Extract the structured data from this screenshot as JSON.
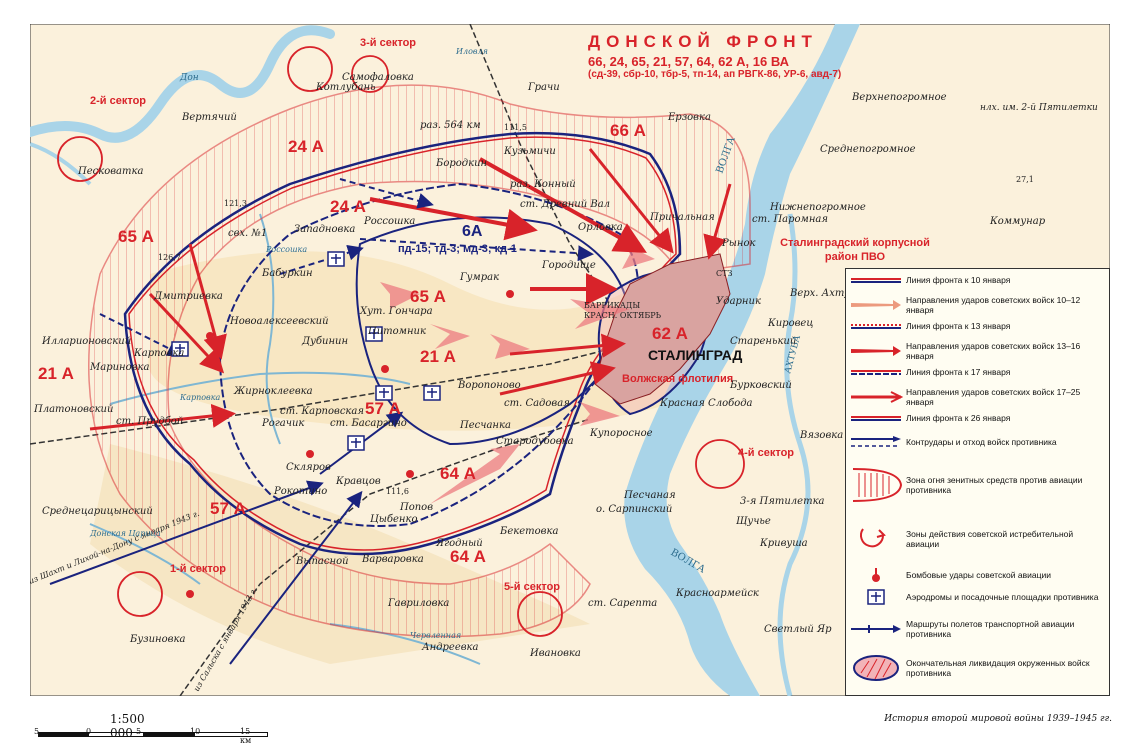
{
  "front": {
    "title": "ДОНСКОЙ ФРОНТ",
    "armies": "66, 24, 65, 21, 57, 64, 62 А, 16 ВА",
    "composition": "(сд-39, сбр-10, тбр-5, тп-14, ап РВГК-86, УР-6, авд-7)"
  },
  "pvo_label": {
    "line1": "Сталинградский корпусной",
    "line2": "район ПВО"
  },
  "armies": [
    "66 А",
    "24 А",
    "24 А",
    "65 А",
    "65 А",
    "21 А",
    "21 А",
    "57 А",
    "57 А",
    "64 А",
    "64 А",
    "62 А",
    "6А"
  ],
  "enemy_units": "пд-15; тд-3; мд-3; кд-1",
  "sectors": [
    "1-й сектор",
    "2-й сектор",
    "3-й сектор",
    "4-й сектор",
    "5-й сектор"
  ],
  "city": "СТАЛИНГРАД",
  "flotilla": "Волжская флотилия",
  "places": {
    "samofalovka": "Самофаловка",
    "kotluban": "Котлубань",
    "vertyachy": "Вертячий",
    "peskovatka": "Песковатка",
    "borodkin": "Бородкин",
    "kuzmichi": "Кузьмичи",
    "grachi": "Грачи",
    "erzovka": "Ерзовка",
    "verkhnepogromnoe": "Верхнепогромное",
    "pyatiletka2": "нлх. им. 2-й Пятилетки",
    "srednepogromnoe": "Среднепогромное",
    "nizhnepogromnoe": "Нижнепогромное",
    "paromnaya": "ст. Паромная",
    "kommunar": "Коммунар",
    "razKonny": "раз. Конный",
    "drevniVal": "ст. Древний Вал",
    "orlovka": "Орловка",
    "prichalnaya": "Причальная",
    "rynok": "Рынок",
    "rossoshka": "Россошка",
    "zapadnovka": "Западновка",
    "sovkhoz1": "свх. №1",
    "baburkin": "Бабуркин",
    "dmitrievka": "Дмитриевка",
    "illarionovsky": "Илларионовский",
    "novoalekseevsky": "Новоалексеевский",
    "gonchara": "Хут. Гончара",
    "pitomnik": "Питомник",
    "dubinin": "Дубинин",
    "gumrak": "Гумрак",
    "gorodishche": "Городище",
    "barrikady": "БАРРИКАДЫ",
    "krasnyOktyabr": "КРАСН. ОКТЯБРЬ",
    "stz": "СТЗ",
    "udarnik": "Ударник",
    "verkhAkhtuba": "Верх. Ахтуба",
    "kirovets": "Кировец",
    "starenky": "Старенький",
    "burkovsky": "Бурковский",
    "krasnayaSloboda": "Красная Слобода",
    "karpovka": "Карповка",
    "marinovka": "Мариновка",
    "platonovsky": "Платоновский",
    "prudboy": "ст. Прудбой",
    "zhirnokleevka": "Жирноклеевка",
    "karpovskaya": "ст. Карповская",
    "rogachik": "Рогачик",
    "basargino": "ст. Басаргино",
    "voroponovo": "Воропоново",
    "sadovaya": "ст. Садовая",
    "peschanka": "Песчанка",
    "starodubovka": "Стародубовка",
    "kuporosnoe": "Купоросное",
    "vyazovka": "Вязовка",
    "pyatiletka3": "3-я Пятилетка",
    "shchuchye": "Щучье",
    "krivusha": "Кривуша",
    "skliarov": "Скляров",
    "rokotino": "Рокотино",
    "kravtsov": "Кравцов",
    "popov": "Попов",
    "tsybenko": "Цыбенко",
    "yagodny": "Ягодный",
    "beketovka": "Бекетовка",
    "peschanaya": "Песчаная",
    "sarpinsky": "о. Сарпинский",
    "srednetsaritsynsky": "Среднецарицынский",
    "vypasnoy": "Выпасной",
    "varvarovka": "Варваровка",
    "gavrilovka": "Гавриловка",
    "sarepta": "ст. Сарепта",
    "krasnoarmeysk": "Красноармейск",
    "svetlyYar": "Светлый Яр",
    "ivanovka": "Ивановка",
    "andreevka": "Андреевка",
    "buzinovka": "Бузиновка",
    "raz564": "раз. 564 км",
    "fromShakhty": "из Шахт и Лихой-на-Дону с января 1943 г.",
    "fromSalsk": "из Сальска с января 1943 г.",
    "don": "Дон",
    "volga": "ВОЛГА",
    "akhtuba": "АХТУБА",
    "chervlennaya": "Червленная",
    "donskayaTsaritsa": "Донская Царица",
    "rossoshkaRiver": "Россошка",
    "karpovkaRiver": "Карповка",
    "ilovlya": "Иловля"
  },
  "heights": [
    "121,3",
    "126,7",
    "111,5",
    "111,6",
    "27,1"
  ],
  "legend": [
    "Линия фронта к 10 января",
    "Направления ударов советских войск 10–12 января",
    "Линия фронта к 13 января",
    "Направления ударов советских войск 13–16 января",
    "Линия фронта к 17 января",
    "Направления ударов советских войск 17–25 января",
    "Линия фронта к 26 января",
    "Контрудары и отход войск противника",
    "Зона огня зенитных средств против авиации противника",
    "Зоны действия советской истребительной авиации",
    "Бомбовые удары советской авиации",
    "Аэродромы и посадочные площадки противника",
    "Маршруты полетов транспортной авиации противника",
    "Окончательная ликвидация окруженных войск противника"
  ],
  "scale": {
    "title": "1:500 000",
    "ticks": [
      "5",
      "0",
      "5",
      "10",
      "15 км"
    ]
  },
  "source": "История второй мировой войны 1939–1945 гг.",
  "colors": {
    "red": "#d8232a",
    "blue": "#1a237e",
    "water": "#a9d4e8",
    "paper": "#fbf1dc"
  }
}
